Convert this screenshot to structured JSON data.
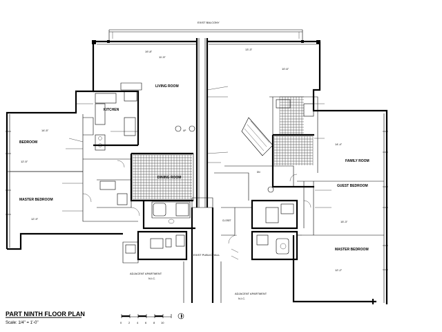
{
  "title": "PART NINTH FLOOR PLAN",
  "scale": "Scale: 1/4\" = 1'-0\"",
  "scale_bar": [
    "0",
    "2",
    "4",
    "6",
    "8",
    "10"
  ],
  "labels": {
    "exist_balcony": "EXIST BALCONY",
    "living_room": "LIVING ROOM",
    "dining_room": "DINING ROOM",
    "family_room": "FAMILY ROOM",
    "bedroom_left": "BEDROOM",
    "master_bedroom": "MASTER BEDROOM",
    "guest_bedroom": "GUEST BEDROOM",
    "master_bedroom_right": "MASTER BEDROOM",
    "kitchen": "KITCHEN",
    "exist_public_hall": "EXIST PUBLIC HALL",
    "adjacent_apartment_left": "ADJACENT APARTMENT",
    "adjacent_apartment_right": "ADJACENT APARTMENT",
    "nic_left": "N.I.C.",
    "nic_right": "N.I.C.",
    "closet": "CLOSET",
    "dn": "DN",
    "up": "UP"
  },
  "dimensions": [
    "14'-5\"",
    "12'-5\"",
    "12'-9\"",
    "11'-5\"",
    "13'-3\"",
    "10'-6\"",
    "14'-4\"",
    "15'-3\"",
    "12'-2\"",
    "19'-8\""
  ]
}
